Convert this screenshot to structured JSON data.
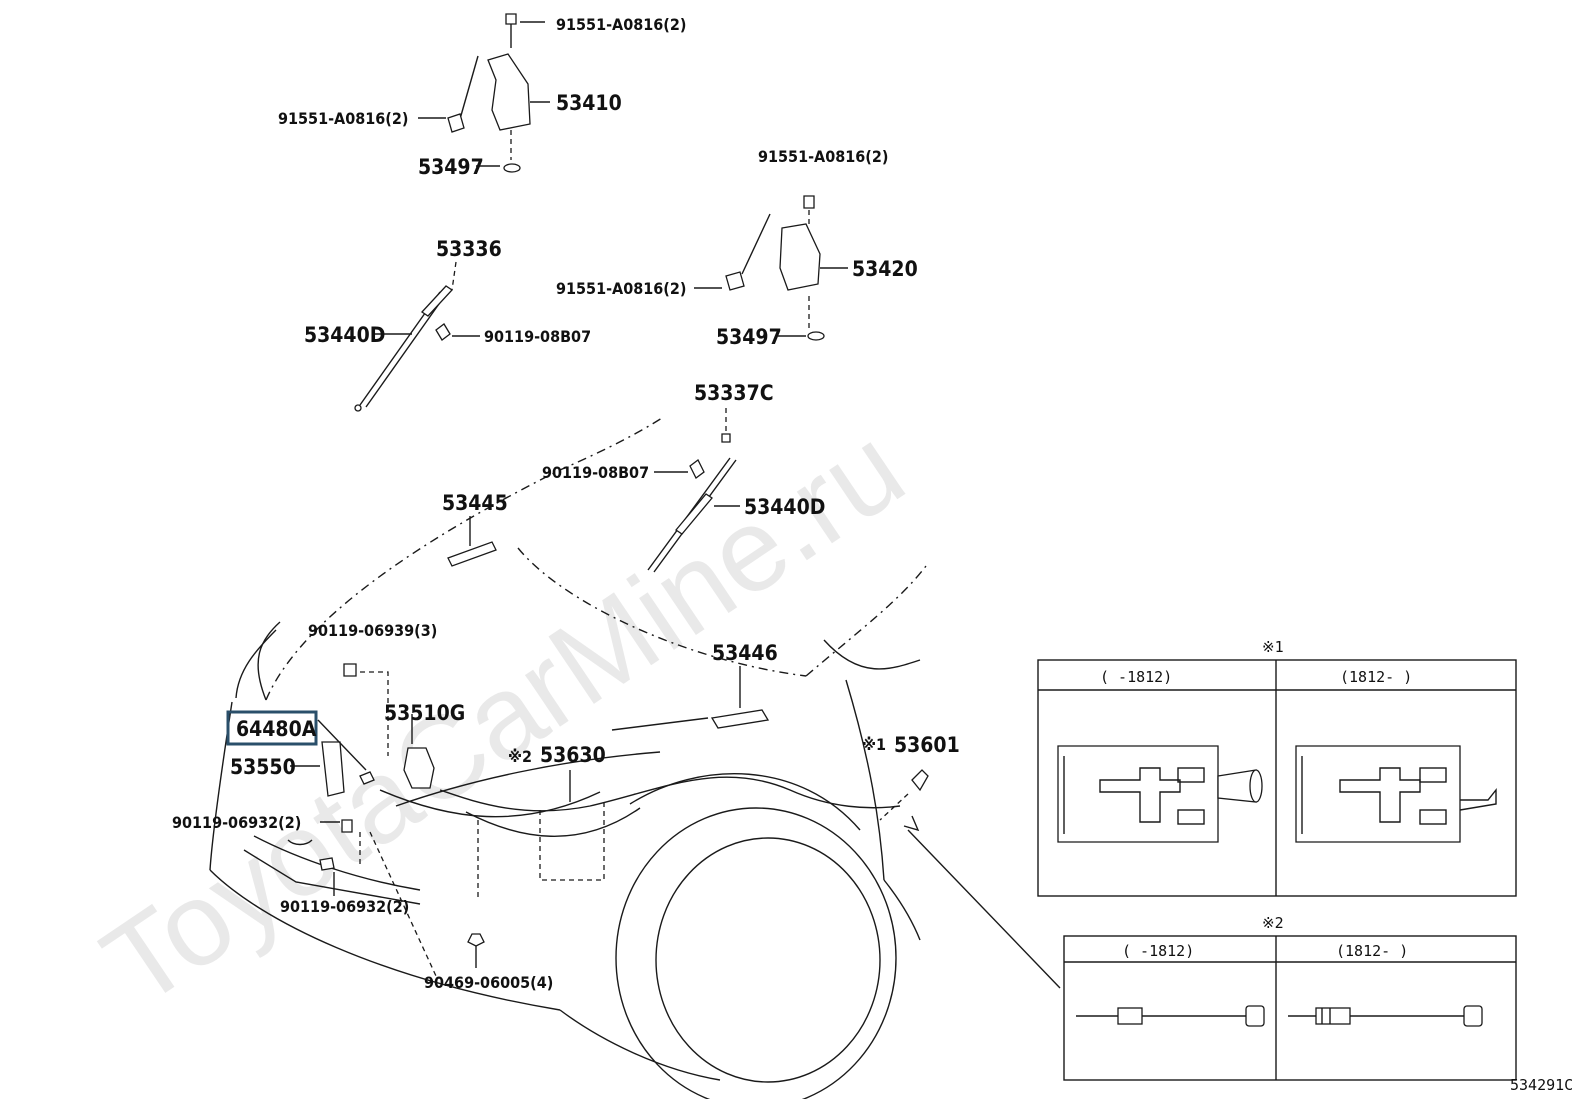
{
  "watermark": "ToyotaCarMine.ru",
  "diagram_code": "534291C",
  "callouts": {
    "bolt_top_a": "91551-A0816(2)",
    "bolt_left_a": "91551-A0816(2)",
    "hinge_left": "53410",
    "cushion_left": "53497",
    "bolt_top_b": "91551-A0816(2)",
    "bolt_left_b": "91551-A0816(2)",
    "hinge_right": "53420",
    "cushion_right": "53497",
    "clip_left": "53336",
    "support_left": "53440D",
    "bolt_support_left": "90119-08B07",
    "clip_right": "53337C",
    "bolt_support_right": "90119-08B07",
    "support_right": "53440D",
    "insulator_left": "53445",
    "insulator_right": "53446",
    "bolt_lock": "90119-06939(3)",
    "switch_highlighted": "64480A",
    "lock_assy": "53510G",
    "cable_support": "53550",
    "note_2": "※2",
    "cable_release": "53630",
    "bolt_mid": "90119-06932(2)",
    "bolt_low": "90119-06932(2)",
    "clip_bottom": "90469-06005(4)",
    "note_1": "※1",
    "lever": "53601"
  },
  "inset_1": {
    "title": "※1",
    "col_left": "(      -1812)",
    "col_right": "(1812-      )"
  },
  "inset_2": {
    "title": "※2",
    "col_left": "(      -1812)",
    "col_right": "(1812-      )"
  }
}
